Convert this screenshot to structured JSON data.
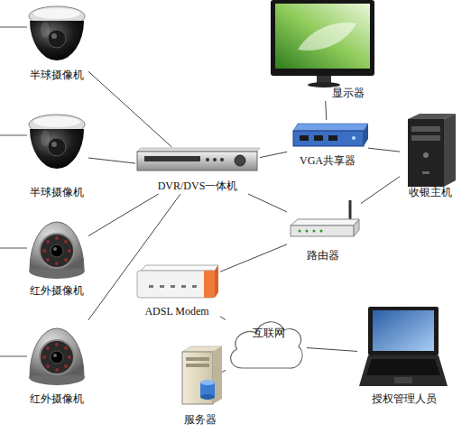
{
  "diagram": {
    "nodes": [
      {
        "text": [
          "半球摄像机"
        ]
      },
      {
        "text": [
          "显示器"
        ]
      },
      {
        "text": [
          "半球摄像机"
        ]
      },
      {
        "text": [
          "DVR/DVS一体机"
        ]
      },
      {
        "text": [
          "VGA共享器"
        ]
      },
      {
        "text": [
          "收银主机"
        ]
      },
      {
        "text": [
          "路由器"
        ]
      },
      {
        "text": [
          "红外摄像机"
        ]
      },
      {
        "text": [
          "ADSL Modem"
        ]
      },
      {
        "text": [
          "互联网"
        ]
      },
      {
        "text": [
          "授权管理人员"
        ]
      },
      {
        "text": [
          "红外摄像机"
        ]
      },
      {
        "text": [
          "服务器"
        ]
      }
    ],
    "edges": [
      {
        "from": 0,
        "to": 3,
        "arrow": "none"
      },
      {
        "from": 2,
        "to": 3,
        "arrow": "none"
      },
      {
        "from": 7,
        "to": 3,
        "arrow": "none"
      },
      {
        "from": 11,
        "to": 3,
        "arrow": "none"
      },
      {
        "from": 3,
        "to": 4,
        "arrow": "none"
      },
      {
        "from": 4,
        "to": 1,
        "arrow": "none"
      },
      {
        "from": 4,
        "to": 5,
        "arrow": "none"
      },
      {
        "from": 3,
        "to": 6,
        "arrow": "none"
      },
      {
        "from": 6,
        "to": 5,
        "arrow": "none"
      },
      {
        "from": 6,
        "to": 8,
        "arrow": "none"
      },
      {
        "from": 8,
        "to": 9,
        "arrow": "none"
      },
      {
        "from": 9,
        "to": 10,
        "arrow": "none"
      },
      {
        "from": 9,
        "to": 12,
        "arrow": "none"
      }
    ]
  }
}
